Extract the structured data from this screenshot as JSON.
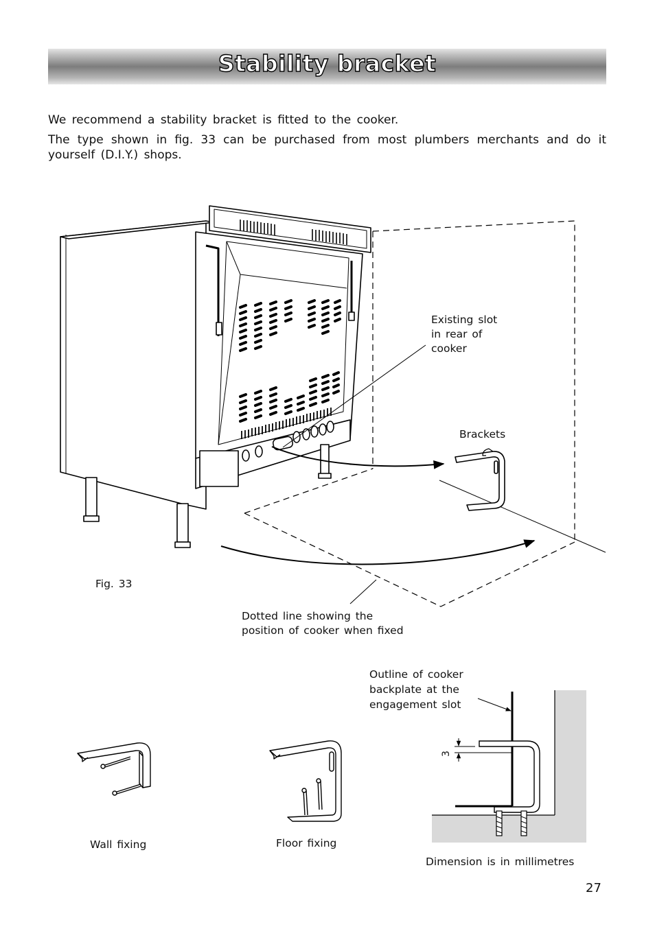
{
  "page": {
    "title": "Stability bracket",
    "paragraphs": [
      "We recommend a stability bracket is fitted to the cooker.",
      "The type shown in fig. 33 can be purchased from most plumbers merchants and do it yourself (D.I.Y.) shops."
    ],
    "page_number": "27"
  },
  "figure": {
    "caption": "Fig. 33",
    "labels": {
      "existing_slot": [
        "Existing slot",
        "in rear of",
        "cooker"
      ],
      "brackets": "Brackets",
      "dotted_line": [
        "Dotted line showing the",
        "position of cooker when fixed"
      ]
    }
  },
  "details": {
    "wall_fixing": "Wall fixing",
    "floor_fixing": "Floor fixing",
    "outline_label": [
      "Outline of cooker",
      "backplate at the",
      "engagement slot"
    ],
    "dimension_value": "3",
    "dimension_note": "Dimension is in millimetres"
  },
  "colors": {
    "title_text": "#ffffff",
    "title_bar_mid": "#7d7d7d",
    "shaded_wall": "#d9d9d9"
  }
}
